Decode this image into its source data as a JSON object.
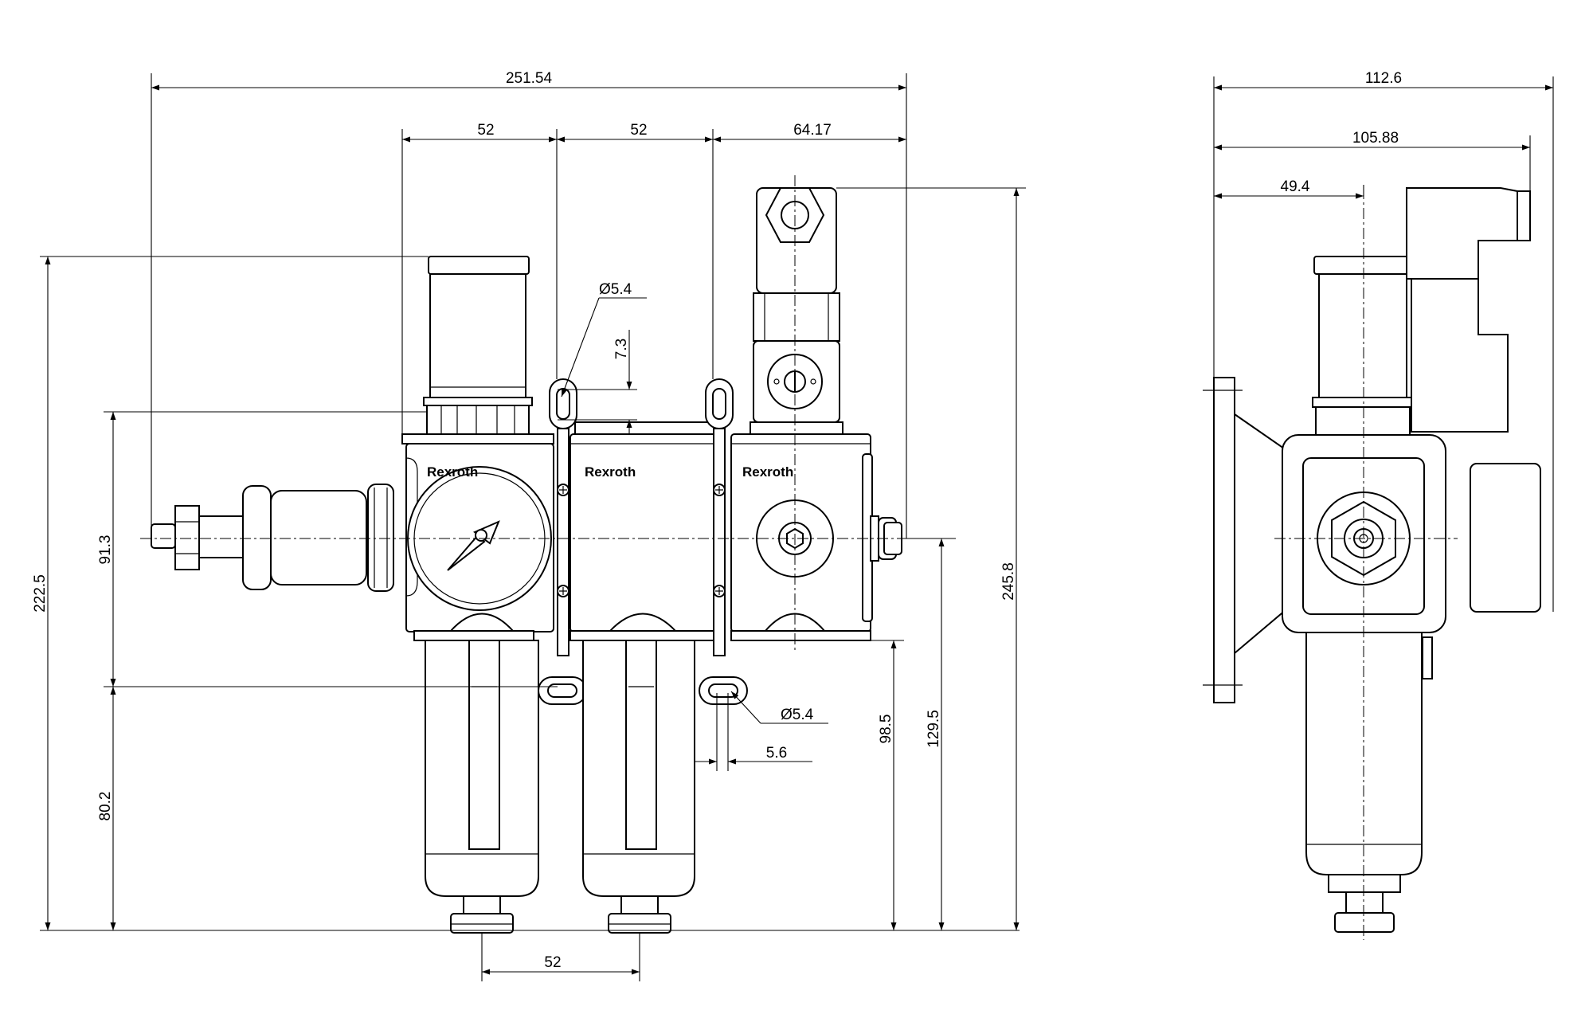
{
  "brand": "Rexroth",
  "front_view": {
    "dimensions": {
      "overall_width": "251.54",
      "module_1_width": "52",
      "module_2_width": "52",
      "module_3_width": "64.17",
      "hole_diameter_top": "5.4",
      "slot_offset": "7.3",
      "height_lower": "80.2",
      "height_mid": "91.3",
      "height_total_left": "222.5",
      "height_total_right": "245.8",
      "port_height": "129.5",
      "body_bottom_height": "98.5",
      "hole_diameter_bottom": "5.4",
      "slot_width": "5.6",
      "drain_spacing": "52"
    }
  },
  "side_view": {
    "dimensions": {
      "overall_depth": "112.6",
      "depth_to_connector": "105.88",
      "axis_offset": "49.4"
    }
  },
  "symbols": {
    "diameter": "Ø"
  }
}
